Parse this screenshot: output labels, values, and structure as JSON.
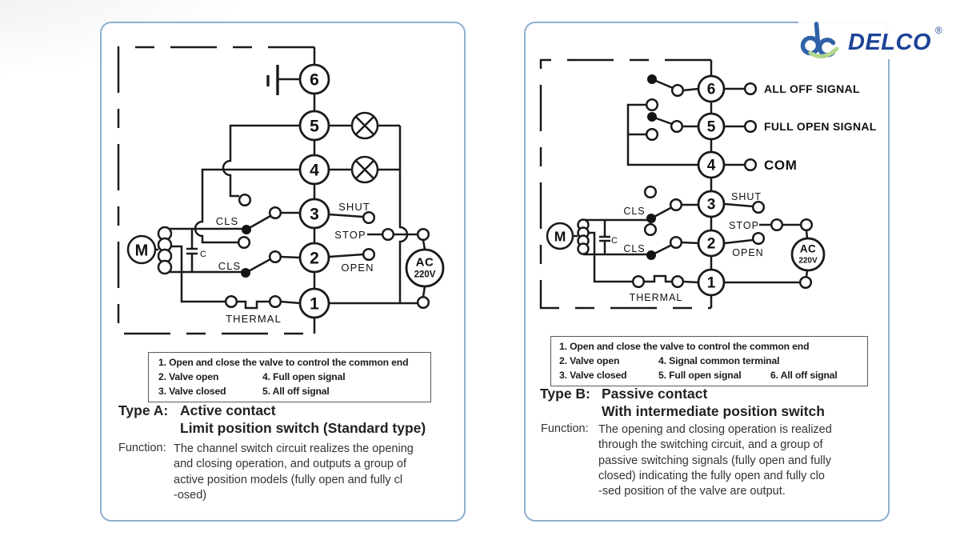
{
  "logo": {
    "monogram": "dc",
    "name": "DELCO",
    "registered": "®",
    "navy": "#1c4396",
    "monogram_blue": "#2f61a7",
    "swoosh_green": "#b5d78e"
  },
  "cardA": {
    "legend": {
      "row1": "1. Open and close the valve to control the common end",
      "row2_col1": "2. Valve open",
      "row2_col2": "4. Full open signal",
      "row3_col1": "3. Valve closed",
      "row3_col2": "5. All off signal"
    },
    "heading_label": "Type A:",
    "heading_line1": "Active contact",
    "heading_line2": "Limit position switch (Standard type)",
    "function_label": "Function:",
    "function_text": "The channel switch circuit realizes the opening\nand closing operation, and outputs a group of\nactive position models (fully open and fully cl\n-osed)"
  },
  "cardB": {
    "legend": {
      "row1": "1. Open and close the valve to control the common end",
      "row2_col1": "2. Valve open",
      "row2_col2": "4. Signal common terminal",
      "row3_col1": "3. Valve closed",
      "row3_col2": "5. Full open signal",
      "row3_col3": "6. All off signal"
    },
    "heading_label": "Type B:",
    "heading_line1": "Passive contact",
    "heading_line2": "With intermediate position switch",
    "function_label": "Function:",
    "function_text": "The opening and closing operation is realized\nthrough the switching circuit, and a group of\npassive switching signals (fully open and fully\nclosed) indicating the fully open and fully clo\n-sed position of the valve are output."
  },
  "diagramA": {
    "terminals": [
      "6",
      "5",
      "4",
      "3",
      "2",
      "1"
    ],
    "labels": {
      "cls_upper": "CLS",
      "cls_lower": "CLS",
      "shut": "SHUT",
      "stop": "STOP",
      "open": "OPEN",
      "thermal": "THERMAL",
      "motor": "M",
      "capacitor": "C",
      "ac_line1": "AC",
      "ac_line2": "220V"
    }
  },
  "diagramB": {
    "terminals": [
      "6",
      "5",
      "4",
      "3",
      "2",
      "1"
    ],
    "signals": {
      "all_off": "ALL OFF SIGNAL",
      "full_open": "FULL OPEN SIGNAL",
      "com": "COM"
    },
    "labels": {
      "cls_upper": "CLS",
      "cls_lower": "CLS",
      "shut": "SHUT",
      "stop": "STOP",
      "open": "OPEN",
      "thermal": "THERMAL",
      "motor": "M",
      "capacitor": "C",
      "ac_line1": "AC",
      "ac_line2": "220V"
    }
  }
}
